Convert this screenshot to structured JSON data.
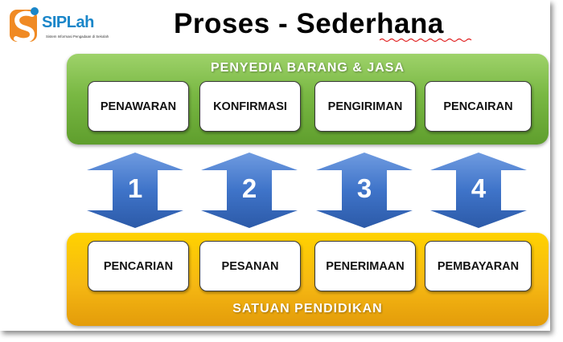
{
  "logo": {
    "text": "SIPLah",
    "subtitle": "Sistem Informasi Pengadaan di Sekolah",
    "colors": {
      "blue": "#1a86c9",
      "orange": "#f08a24"
    }
  },
  "title": "Proses - Sederhana",
  "provider": {
    "label": "PENYEDIA BARANG & JASA",
    "color": "#79b843",
    "steps": [
      "PENAWARAN",
      "KONFIRMASI",
      "PENGIRIMAN",
      "PENCAIRAN"
    ]
  },
  "school": {
    "label": "SATUAN PENDIDIKAN",
    "color": "#f6b813",
    "steps": [
      "PENCARIAN",
      "PESANAN",
      "PENERIMAAN",
      "PEMBAYARAN"
    ]
  },
  "arrows": {
    "icon": "double-arrow-icon",
    "color": "#3f74c9",
    "numbers": [
      "1",
      "2",
      "3",
      "4"
    ]
  }
}
